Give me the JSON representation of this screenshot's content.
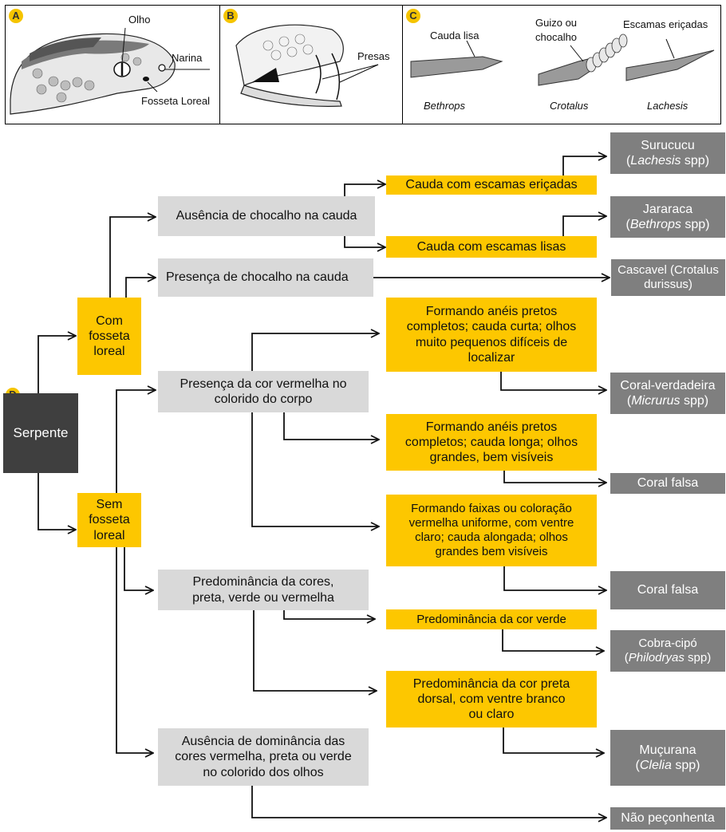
{
  "panels": {
    "a": {
      "badge": "A",
      "olho": "Olho",
      "narina": "Narina",
      "fosseta": "Fosseta Loreal"
    },
    "b": {
      "badge": "B",
      "presas": "Presas"
    },
    "c": {
      "badge": "C",
      "cauda_lisa": "Cauda lisa",
      "guizo1": "Guizo ou",
      "guizo2": "chocalho",
      "escamas": "Escamas eriçadas",
      "bethrops": "Bethrops",
      "crotalus": "Crotalus",
      "lachesis": "Lachesis"
    },
    "d": {
      "badge": "D"
    }
  },
  "flow": {
    "root": "Serpente",
    "com": [
      "Com",
      "fosseta",
      "loreal"
    ],
    "sem": [
      "Sem",
      "fosseta",
      "loreal"
    ],
    "ausencia_chocalho": "Ausência de chocalho na cauda",
    "presenca_chocalho": "Presença de chocalho na cauda",
    "cauda_erica": "Cauda com escamas eriçadas",
    "cauda_lisa": "Cauda com escamas lisas",
    "surucucu": {
      "name": "Surucucu",
      "open": "(",
      "sci": "Lachesis",
      "close": " spp)"
    },
    "jararaca": {
      "name": "Jararaca",
      "open": "(",
      "sci": "Bethrops",
      "close": " spp)"
    },
    "cascavel": [
      "Cascavel (Crotalus",
      "durissus)"
    ],
    "presenca_vermelha": [
      "Presença da cor vermelha no",
      "colorido do corpo"
    ],
    "aneis_curta": [
      "Formando anéis pretos",
      "completos; cauda curta; olhos",
      "muito pequenos difíceis de",
      "localizar"
    ],
    "coral_verdadeira": {
      "name": "Coral-verdadeira",
      "open": "(",
      "sci": "Micrurus",
      "close": " spp)"
    },
    "aneis_longa": [
      "Formando anéis pretos",
      "completos; cauda longa; olhos",
      "grandes, bem visíveis"
    ],
    "coral_falsa_1": "Coral falsa",
    "faixas": [
      "Formando faixas ou coloração",
      "vermelha uniforme, com ventre",
      "claro; cauda alongada; olhos",
      "grandes bem visíveis"
    ],
    "coral_falsa_2": "Coral falsa",
    "predominancia_cores": [
      "Predominância da cores,",
      "preta, verde ou vermelha"
    ],
    "verde": "Predominância da cor verde",
    "cobra_cipo": {
      "name": "Cobra-cipó",
      "open": "(",
      "sci": "Philodryas",
      "close": " spp)"
    },
    "preta": [
      "Predominância da cor preta",
      "dorsal, com ventre branco",
      "ou claro"
    ],
    "mucurana": {
      "name": "Muçurana",
      "open": "(",
      "sci": "Clelia",
      "close": " spp)"
    },
    "ausencia_dominancia": [
      "Ausência de dominância das",
      "cores vermelha, preta ou verde",
      "no colorido dos olhos"
    ],
    "nao_peconhenta": "Não peçonhenta"
  }
}
